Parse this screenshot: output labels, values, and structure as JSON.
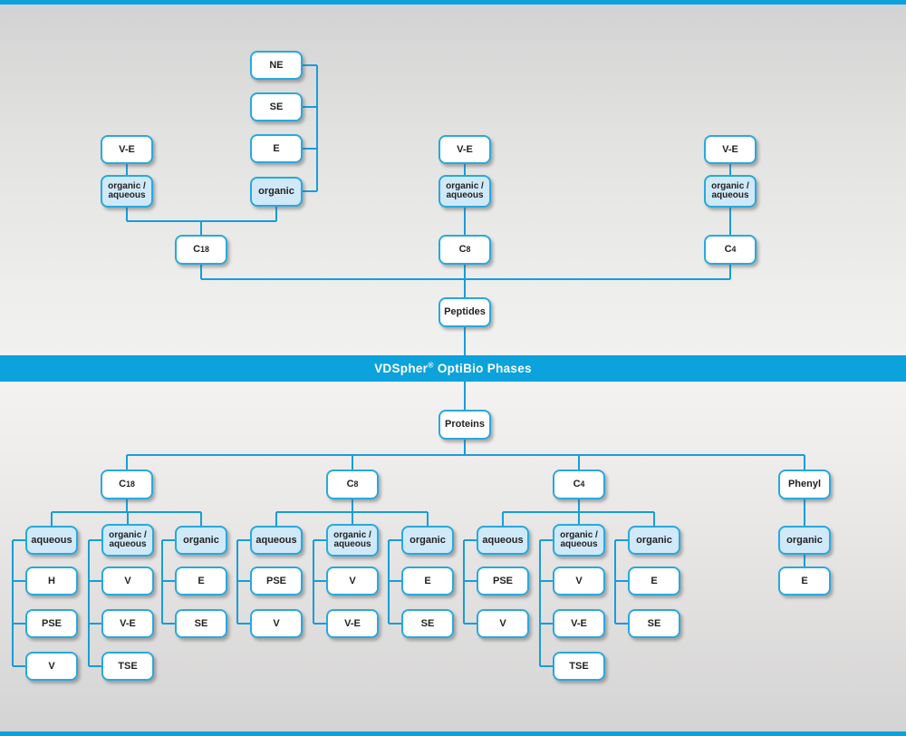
{
  "banner": {
    "title": "VDSpher® OptiBio Phases"
  },
  "peptides": {
    "root_label": "Peptides",
    "eluent_stack": {
      "items": [
        "NE",
        "SE",
        "E"
      ],
      "mode": "organic"
    },
    "branches": [
      {
        "column": "C18",
        "top": "V-E",
        "mode": "organic /\naqueous"
      },
      {
        "column": "C8",
        "top": "V-E",
        "mode": "organic /\naqueous"
      },
      {
        "column": "C4",
        "top": "V-E",
        "mode": "organic /\naqueous"
      }
    ]
  },
  "proteins": {
    "root_label": "Proteins",
    "branches": [
      {
        "column": "C18",
        "groups": [
          {
            "mode": "aqueous",
            "items": [
              "H",
              "PSE",
              "V"
            ]
          },
          {
            "mode": "organic /\naqueous",
            "items": [
              "V",
              "V-E",
              "TSE"
            ]
          },
          {
            "mode": "organic",
            "items": [
              "E",
              "SE"
            ]
          }
        ]
      },
      {
        "column": "C8",
        "groups": [
          {
            "mode": "aqueous",
            "items": [
              "PSE",
              "V"
            ]
          },
          {
            "mode": "organic /\naqueous",
            "items": [
              "V",
              "V-E"
            ]
          },
          {
            "mode": "organic",
            "items": [
              "E",
              "SE"
            ]
          }
        ]
      },
      {
        "column": "C4",
        "groups": [
          {
            "mode": "aqueous",
            "items": [
              "PSE",
              "V"
            ]
          },
          {
            "mode": "organic /\naqueous",
            "items": [
              "V",
              "V-E",
              "TSE"
            ]
          },
          {
            "mode": "organic",
            "items": [
              "E",
              "SE"
            ]
          }
        ]
      },
      {
        "column": "Phenyl",
        "groups": [
          {
            "mode": "organic",
            "items": [
              "E"
            ]
          }
        ]
      }
    ]
  },
  "colors": {
    "accent": "#0ca2dc",
    "connector": "#189dd8",
    "box_border": "#2aa8dd",
    "box_fill": "#ffffff",
    "box_fill_highlight": "#cfe9f8",
    "text": "#231f20",
    "banner_text": "#ffffff"
  }
}
